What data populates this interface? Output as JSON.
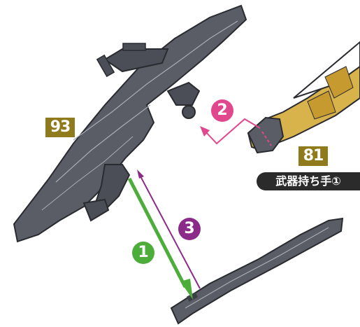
{
  "parts": {
    "weapon_number": "93",
    "hand_number": "81",
    "hand_label": "武器持ち手①"
  },
  "steps": [
    {
      "number": "1",
      "color": "#4cad3a"
    },
    {
      "number": "2",
      "color": "#e0478c"
    },
    {
      "number": "3",
      "color": "#8c2a8a"
    }
  ],
  "colors": {
    "part_gray": "#5a5d66",
    "part_gray_dark": "#3c3e45",
    "outline": "#2a2b30",
    "gold": "#d8b24a",
    "badge": "#8f7a1c"
  },
  "icons": [
    "weapon-part-icon",
    "grip-part-icon",
    "hand-part-icon"
  ]
}
